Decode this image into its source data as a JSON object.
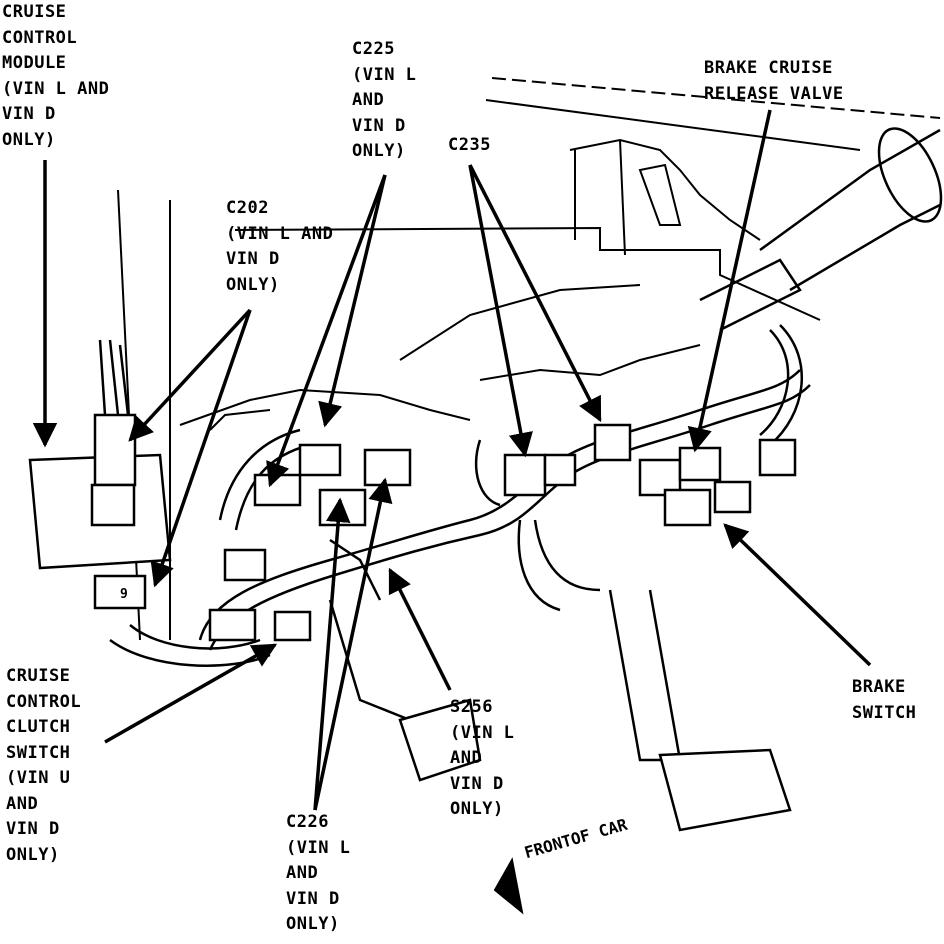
{
  "callouts": {
    "cruise_control_module": [
      "CRUISE",
      "CONTROL",
      "MODULE",
      "(VIN L AND",
      "VIN D",
      "ONLY)"
    ],
    "c225": [
      "C225",
      "(VIN L",
      "AND",
      "VIN D",
      "ONLY)"
    ],
    "c235": [
      "C235"
    ],
    "brake_cruise_release_valve": [
      "BRAKE CRUISE",
      "RELEASE VALVE"
    ],
    "c202": [
      "C202",
      "(VIN L AND",
      "VIN D",
      "ONLY)"
    ],
    "brake_switch": [
      "BRAKE",
      "SWITCH"
    ],
    "s256": [
      "S256",
      "(VIN L",
      "AND",
      "VIN D",
      "ONLY)"
    ],
    "cruise_control_clutch_switch": [
      "CRUISE",
      "CONTROL",
      "CLUTCH",
      "SWITCH",
      "(VIN U",
      "AND",
      "VIN D",
      "ONLY)"
    ],
    "c226": [
      "C226",
      "(VIN L",
      "AND",
      "VIN D",
      "ONLY)"
    ]
  },
  "front_of_car": [
    "FRONT",
    "OF CAR"
  ],
  "connector_number": "9",
  "colors": {
    "ink": "#000000",
    "paper": "#ffffff"
  }
}
